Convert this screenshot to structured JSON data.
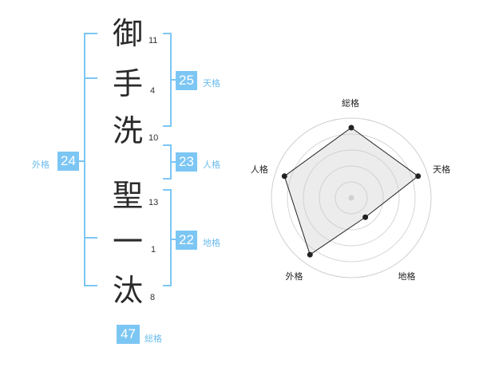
{
  "name": {
    "characters": [
      {
        "char": "御",
        "strokes": "11"
      },
      {
        "char": "手",
        "strokes": "4"
      },
      {
        "char": "洗",
        "strokes": "10"
      },
      {
        "char": "聖",
        "strokes": "13"
      },
      {
        "char": "一",
        "strokes": "1"
      },
      {
        "char": "汰",
        "strokes": "8"
      }
    ]
  },
  "kakusu": {
    "tenkaku": {
      "value": "25",
      "label": "天格"
    },
    "jinkaku": {
      "value": "23",
      "label": "人格"
    },
    "chikaku": {
      "value": "22",
      "label": "地格"
    },
    "gaikaku": {
      "value": "24",
      "label": "外格"
    },
    "soukaku": {
      "value": "47",
      "label": "総格"
    }
  },
  "colors": {
    "accent": "#7cc6f4",
    "text": "#2a2a2a"
  },
  "chart_data": {
    "type": "radar",
    "axes": [
      "総格",
      "天格",
      "地格",
      "外格",
      "人格"
    ],
    "values": [
      0.88,
      0.88,
      0.3,
      0.88,
      0.88
    ],
    "range": [
      0,
      1
    ],
    "rings": 5,
    "grid": true
  }
}
